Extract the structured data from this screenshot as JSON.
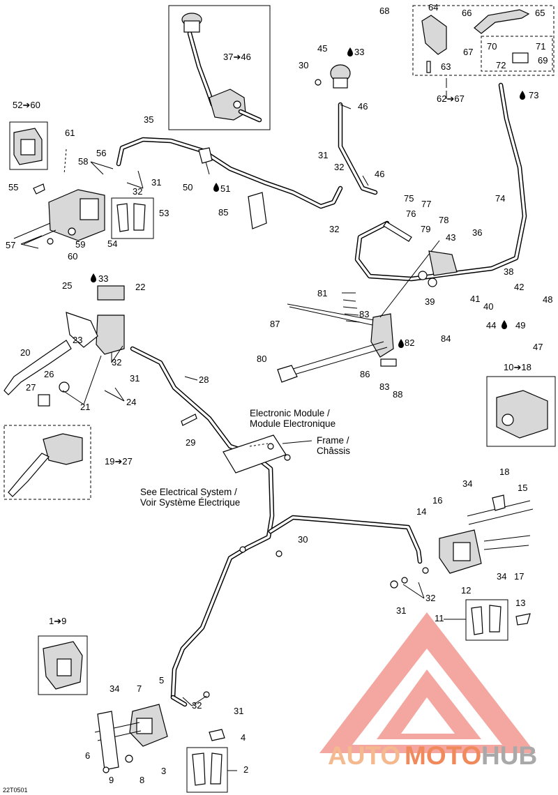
{
  "diagram_code": "22T0501",
  "notes": {
    "electronic_module": [
      "Electronic Module /",
      "Module Electronique"
    ],
    "frame": [
      "Frame /",
      "Châssis"
    ],
    "electrical": [
      "See Electrical System /",
      "Voir Système Électrique"
    ]
  },
  "watermark": {
    "part1": "AUTO",
    "part2": "MOTO",
    "part3": "HUB",
    "color_light": "#f5b98f",
    "color_mid": "#f08a5c",
    "color_dark": "#a9a9a9",
    "color_logo": "#f4a7a0"
  },
  "callouts": {
    "r1": "1➔9",
    "r10": "10➔18",
    "r19": "19➔27",
    "r37": "37➔46",
    "r52": "52➔60",
    "r62": "62➔67",
    "n2": "2",
    "n3": "3",
    "n4": "4",
    "n5": "5",
    "n6": "6",
    "n7": "7",
    "n8": "8",
    "n9": "9",
    "n11": "11",
    "n12": "12",
    "n13": "13",
    "n14": "14",
    "n15": "15",
    "n16": "16",
    "n17": "17",
    "n18": "18",
    "n20": "20",
    "n21": "21",
    "n22": "22",
    "n23": "23",
    "n24": "24",
    "n25": "25",
    "n26": "26",
    "n27": "27",
    "n28": "28",
    "n29": "29",
    "n30": "30",
    "n31": "31",
    "n32": "32",
    "n33": "33",
    "n34": "34",
    "n35": "35",
    "n36": "36",
    "n38": "38",
    "n39": "39",
    "n40": "40",
    "n41": "41",
    "n42": "42",
    "n43": "43",
    "n44": "44",
    "n45": "45",
    "n46": "46",
    "n47": "47",
    "n48": "48",
    "n49": "49",
    "n50": "50",
    "n51": "51",
    "n53": "53",
    "n54": "54",
    "n55": "55",
    "n56": "56",
    "n57": "57",
    "n58": "58",
    "n59": "59",
    "n60": "60",
    "n61": "61",
    "n63": "63",
    "n64": "64",
    "n65": "65",
    "n66": "66",
    "n67": "67",
    "n68": "68",
    "n69": "69",
    "n70": "70",
    "n71": "71",
    "n72": "72",
    "n73": "73",
    "n74": "74",
    "n75": "75",
    "n76": "76",
    "n77": "77",
    "n78": "78",
    "n79": "79",
    "n80": "80",
    "n81": "81",
    "n82": "82",
    "n83": "83",
    "n84": "84",
    "n85": "85",
    "n86": "86",
    "n87": "87",
    "n88": "88"
  },
  "icons": {
    "fluid": "fluid-drop-icon"
  }
}
